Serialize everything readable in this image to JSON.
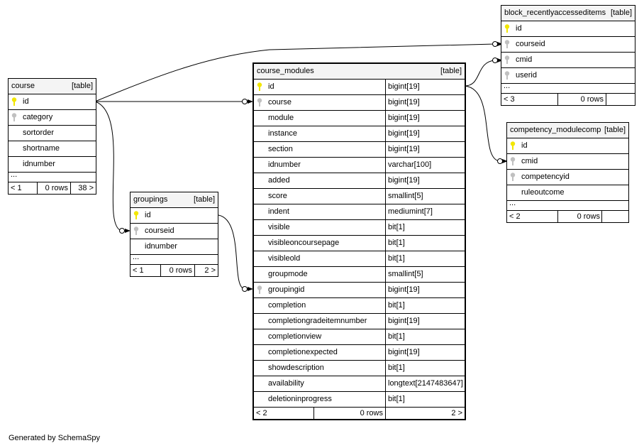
{
  "tables": {
    "course": {
      "name": "course",
      "type": "[table]",
      "columns": [
        {
          "name": "id",
          "key": "pk"
        },
        {
          "name": "category",
          "key": "fk"
        },
        {
          "name": "sortorder",
          "key": ""
        },
        {
          "name": "shortname",
          "key": ""
        },
        {
          "name": "idnumber",
          "key": ""
        }
      ],
      "more": "...",
      "footer": {
        "parents": "< 1",
        "rows": "0 rows",
        "children": "38 >"
      }
    },
    "groupings": {
      "name": "groupings",
      "type": "[table]",
      "columns": [
        {
          "name": "id",
          "key": "pk"
        },
        {
          "name": "courseid",
          "key": "fk"
        },
        {
          "name": "idnumber",
          "key": ""
        }
      ],
      "more": "...",
      "footer": {
        "parents": "< 1",
        "rows": "0 rows",
        "children": "2 >"
      }
    },
    "course_modules": {
      "name": "course_modules",
      "type": "[table]",
      "columns": [
        {
          "name": "id",
          "type": "bigint[19]",
          "key": "pk"
        },
        {
          "name": "course",
          "type": "bigint[19]",
          "key": "fk"
        },
        {
          "name": "module",
          "type": "bigint[19]",
          "key": ""
        },
        {
          "name": "instance",
          "type": "bigint[19]",
          "key": ""
        },
        {
          "name": "section",
          "type": "bigint[19]",
          "key": ""
        },
        {
          "name": "idnumber",
          "type": "varchar[100]",
          "key": ""
        },
        {
          "name": "added",
          "type": "bigint[19]",
          "key": ""
        },
        {
          "name": "score",
          "type": "smallint[5]",
          "key": ""
        },
        {
          "name": "indent",
          "type": "mediumint[7]",
          "key": ""
        },
        {
          "name": "visible",
          "type": "bit[1]",
          "key": ""
        },
        {
          "name": "visibleoncoursepage",
          "type": "bit[1]",
          "key": ""
        },
        {
          "name": "visibleold",
          "type": "bit[1]",
          "key": ""
        },
        {
          "name": "groupmode",
          "type": "smallint[5]",
          "key": ""
        },
        {
          "name": "groupingid",
          "type": "bigint[19]",
          "key": "fk"
        },
        {
          "name": "completion",
          "type": "bit[1]",
          "key": ""
        },
        {
          "name": "completiongradeitemnumber",
          "type": "bigint[19]",
          "key": ""
        },
        {
          "name": "completionview",
          "type": "bit[1]",
          "key": ""
        },
        {
          "name": "completionexpected",
          "type": "bigint[19]",
          "key": ""
        },
        {
          "name": "showdescription",
          "type": "bit[1]",
          "key": ""
        },
        {
          "name": "availability",
          "type": "longtext[2147483647]",
          "key": ""
        },
        {
          "name": "deletioninprogress",
          "type": "bit[1]",
          "key": ""
        }
      ],
      "footer": {
        "parents": "< 2",
        "rows": "0 rows",
        "children": "2 >"
      }
    },
    "block_recentlyaccesseditems": {
      "name": "block_recentlyaccesseditems",
      "type": "[table]",
      "columns": [
        {
          "name": "id",
          "key": "pk"
        },
        {
          "name": "courseid",
          "key": "fk"
        },
        {
          "name": "cmid",
          "key": "fk"
        },
        {
          "name": "userid",
          "key": "fk"
        }
      ],
      "more": "...",
      "footer": {
        "parents": "< 3",
        "rows": "0 rows",
        "children": ""
      }
    },
    "competency_modulecomp": {
      "name": "competency_modulecomp",
      "type": "[table]",
      "columns": [
        {
          "name": "id",
          "key": "pk"
        },
        {
          "name": "cmid",
          "key": "fk"
        },
        {
          "name": "competencyid",
          "key": "fk"
        },
        {
          "name": "ruleoutcome",
          "key": ""
        }
      ],
      "more": "...",
      "footer": {
        "parents": "< 2",
        "rows": "0 rows",
        "children": ""
      }
    }
  },
  "colors": {
    "primary_key": "#f2e600",
    "foreign_key": "#c0c0c0",
    "header_bg": "#f4f4f4"
  },
  "generated_by": "Generated by SchemaSpy"
}
